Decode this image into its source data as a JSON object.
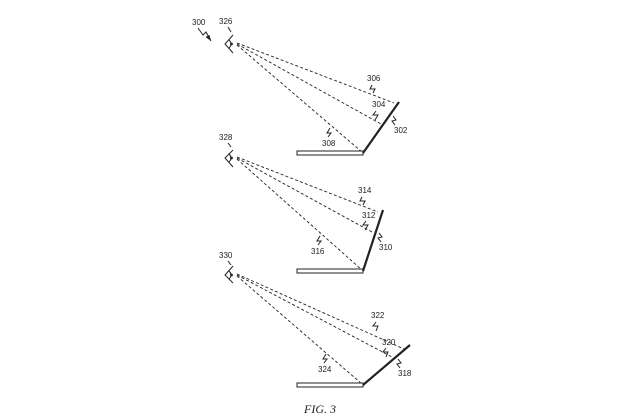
{
  "figure": {
    "caption": "FIG. 3",
    "labels": {
      "system": "300",
      "viewer_top": "326",
      "viewer_middle": "328",
      "viewer_bottom": "330",
      "ray_top_upper": "306",
      "ray_top_middle": "304",
      "ray_top_lower": "308",
      "display_top": "302",
      "ray_middle_upper": "314",
      "ray_middle_middle": "312",
      "ray_middle_lower": "316",
      "display_middle": "310",
      "ray_bottom_upper": "322",
      "ray_bottom_middle": "320",
      "ray_bottom_lower": "324",
      "display_bottom": "318"
    }
  }
}
